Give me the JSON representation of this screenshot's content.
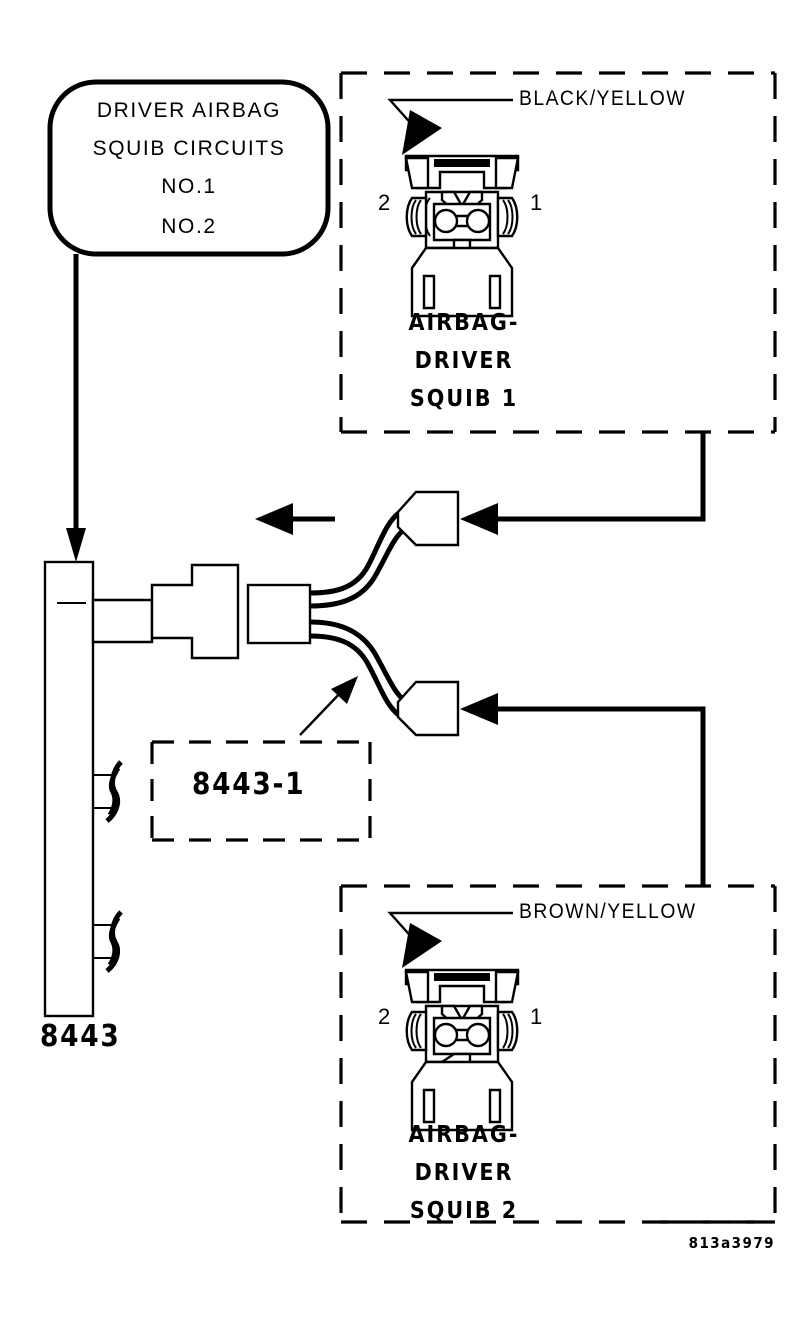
{
  "diagram": {
    "title": "Driver Airbag Squib Circuits Wiring Diagram",
    "drawing_number": "813a3979",
    "line_color": "#000000",
    "background_color": "#ffffff"
  },
  "callout_bubble": {
    "name": "driver-airbag-squib-circuits",
    "lines": [
      "DRIVER AIRBAG",
      "SQUIB CIRCUITS",
      "NO.1",
      "NO.2"
    ]
  },
  "harness": {
    "main_connector_label": "8443",
    "pigtail_label": "8443-1"
  },
  "panels": [
    {
      "name": "airbag-driver-squib-1",
      "wire_color": "BLACK/YELLOW",
      "pin_left": "2",
      "pin_right": "1",
      "caption_lines": [
        "AIRBAG-",
        "DRIVER",
        "SQUIB 1"
      ]
    },
    {
      "name": "airbag-driver-squib-2",
      "wire_color": "BROWN/YELLOW",
      "pin_left": "2",
      "pin_right": "1",
      "caption_lines": [
        "AIRBAG-",
        "DRIVER",
        "SQUIB 2"
      ]
    }
  ]
}
